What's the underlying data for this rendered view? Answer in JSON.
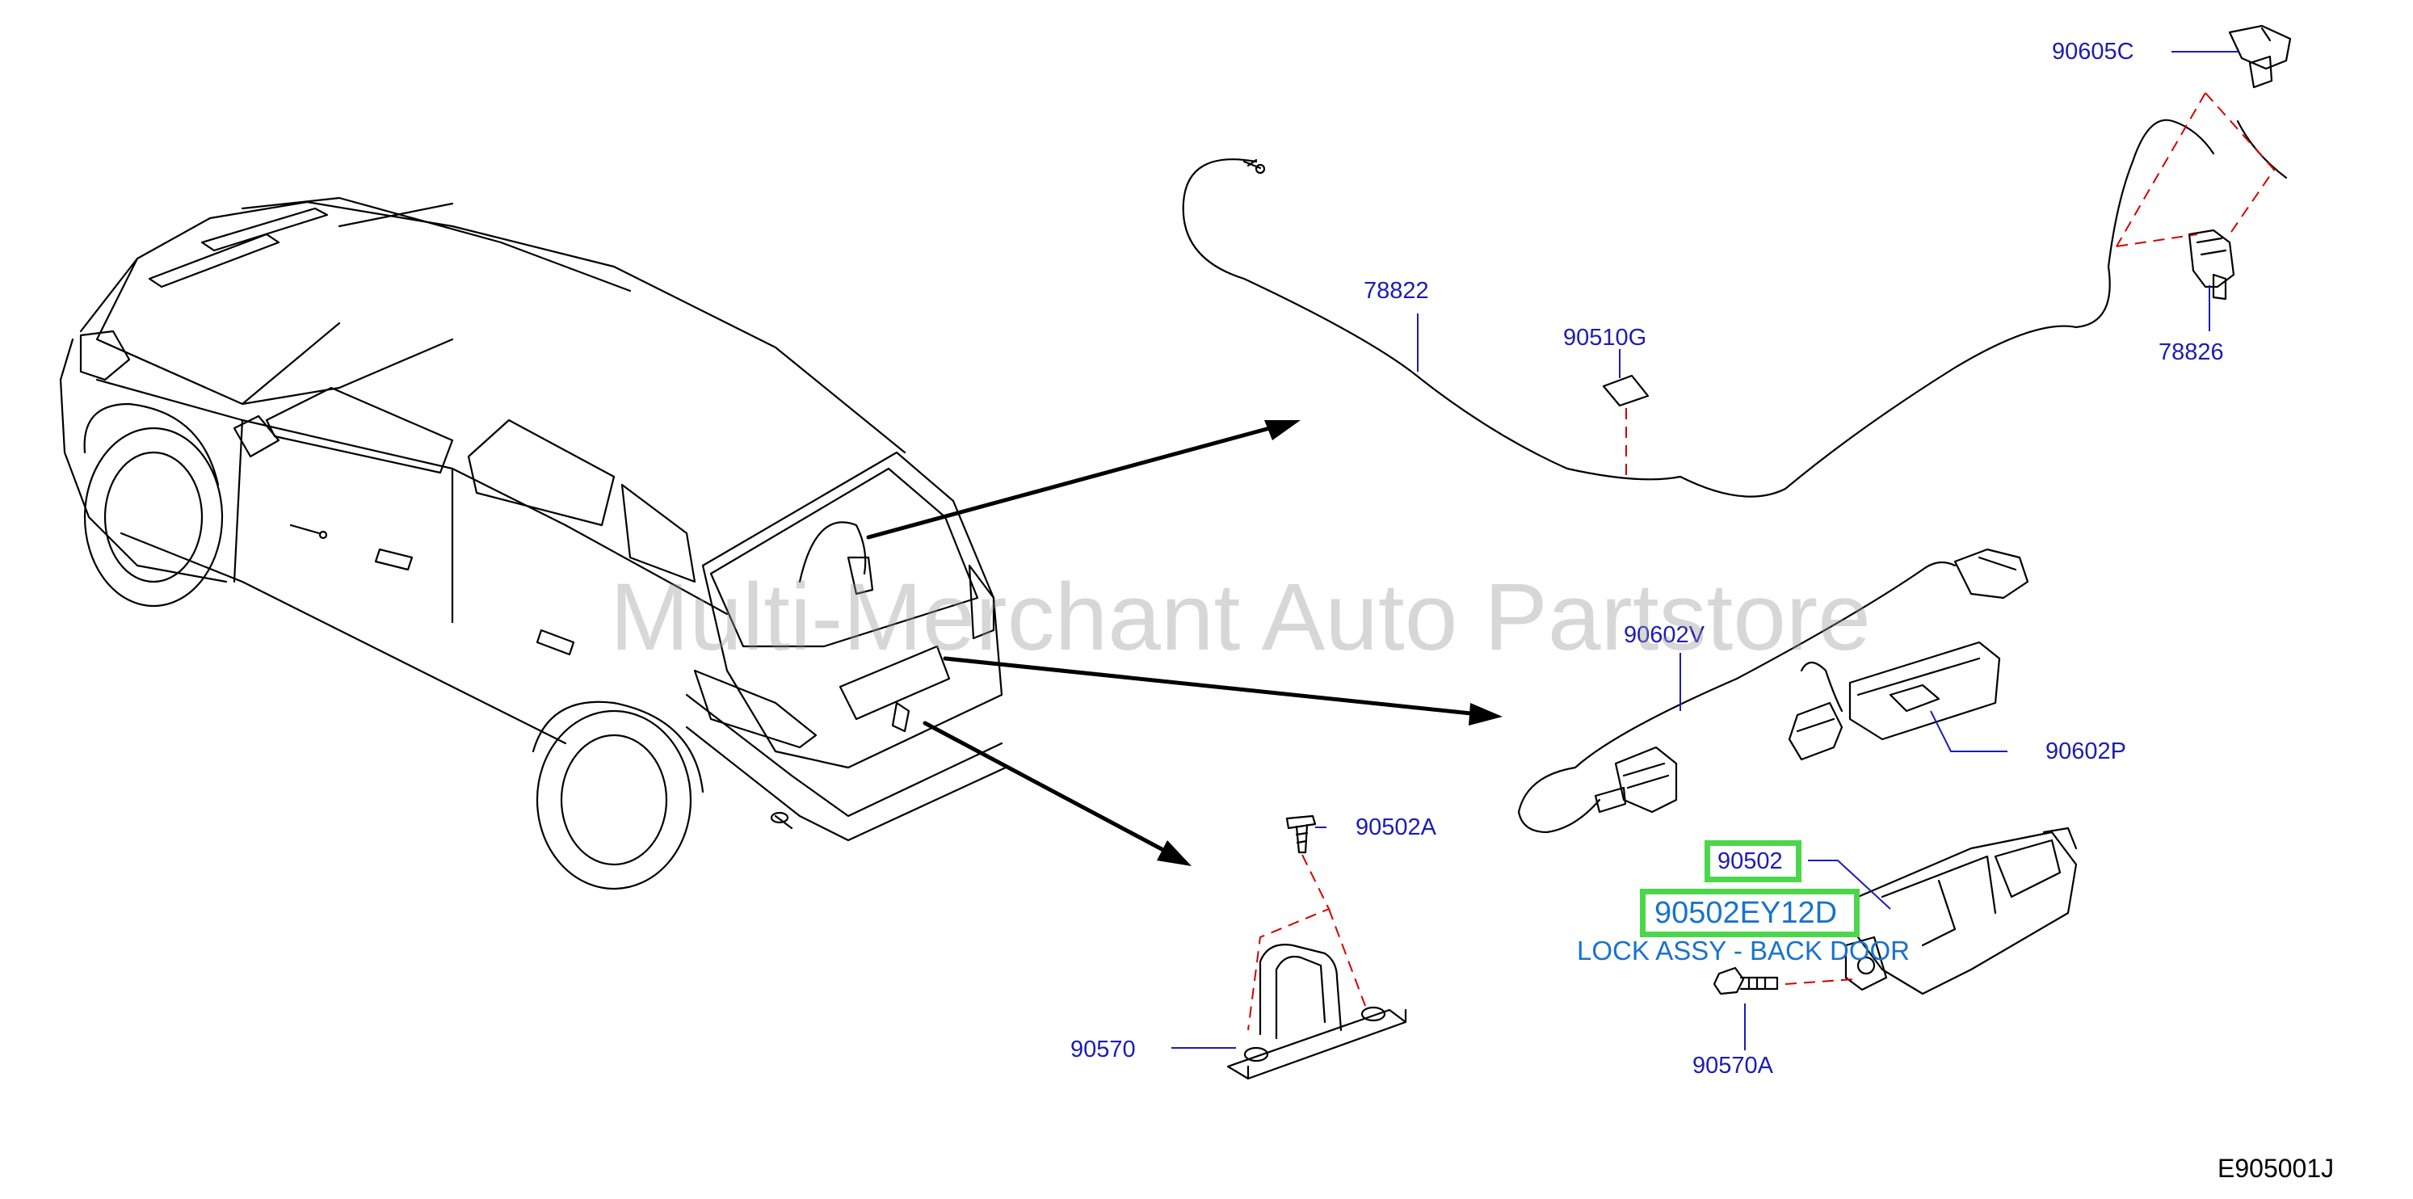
{
  "diagram": {
    "watermark": "Multi-Merchant Auto Partstore",
    "code": "E905001J",
    "parts": {
      "p78822": "78822",
      "p90510G": "90510G",
      "p90605C": "90605C",
      "p78826": "78826",
      "p90602V": "90602V",
      "p90602P": "90602P",
      "p90502A": "90502A",
      "p90570": "90570",
      "p90570A": "90570A",
      "p90502": "90502"
    },
    "highlight": {
      "part_number": "90502EY12D",
      "description": "LOCK ASSY - BACK DOOR"
    },
    "colors": {
      "label": "#1c1cb4",
      "highlight_border": "#4bd64b",
      "highlight_text": "#1a73c9"
    }
  }
}
